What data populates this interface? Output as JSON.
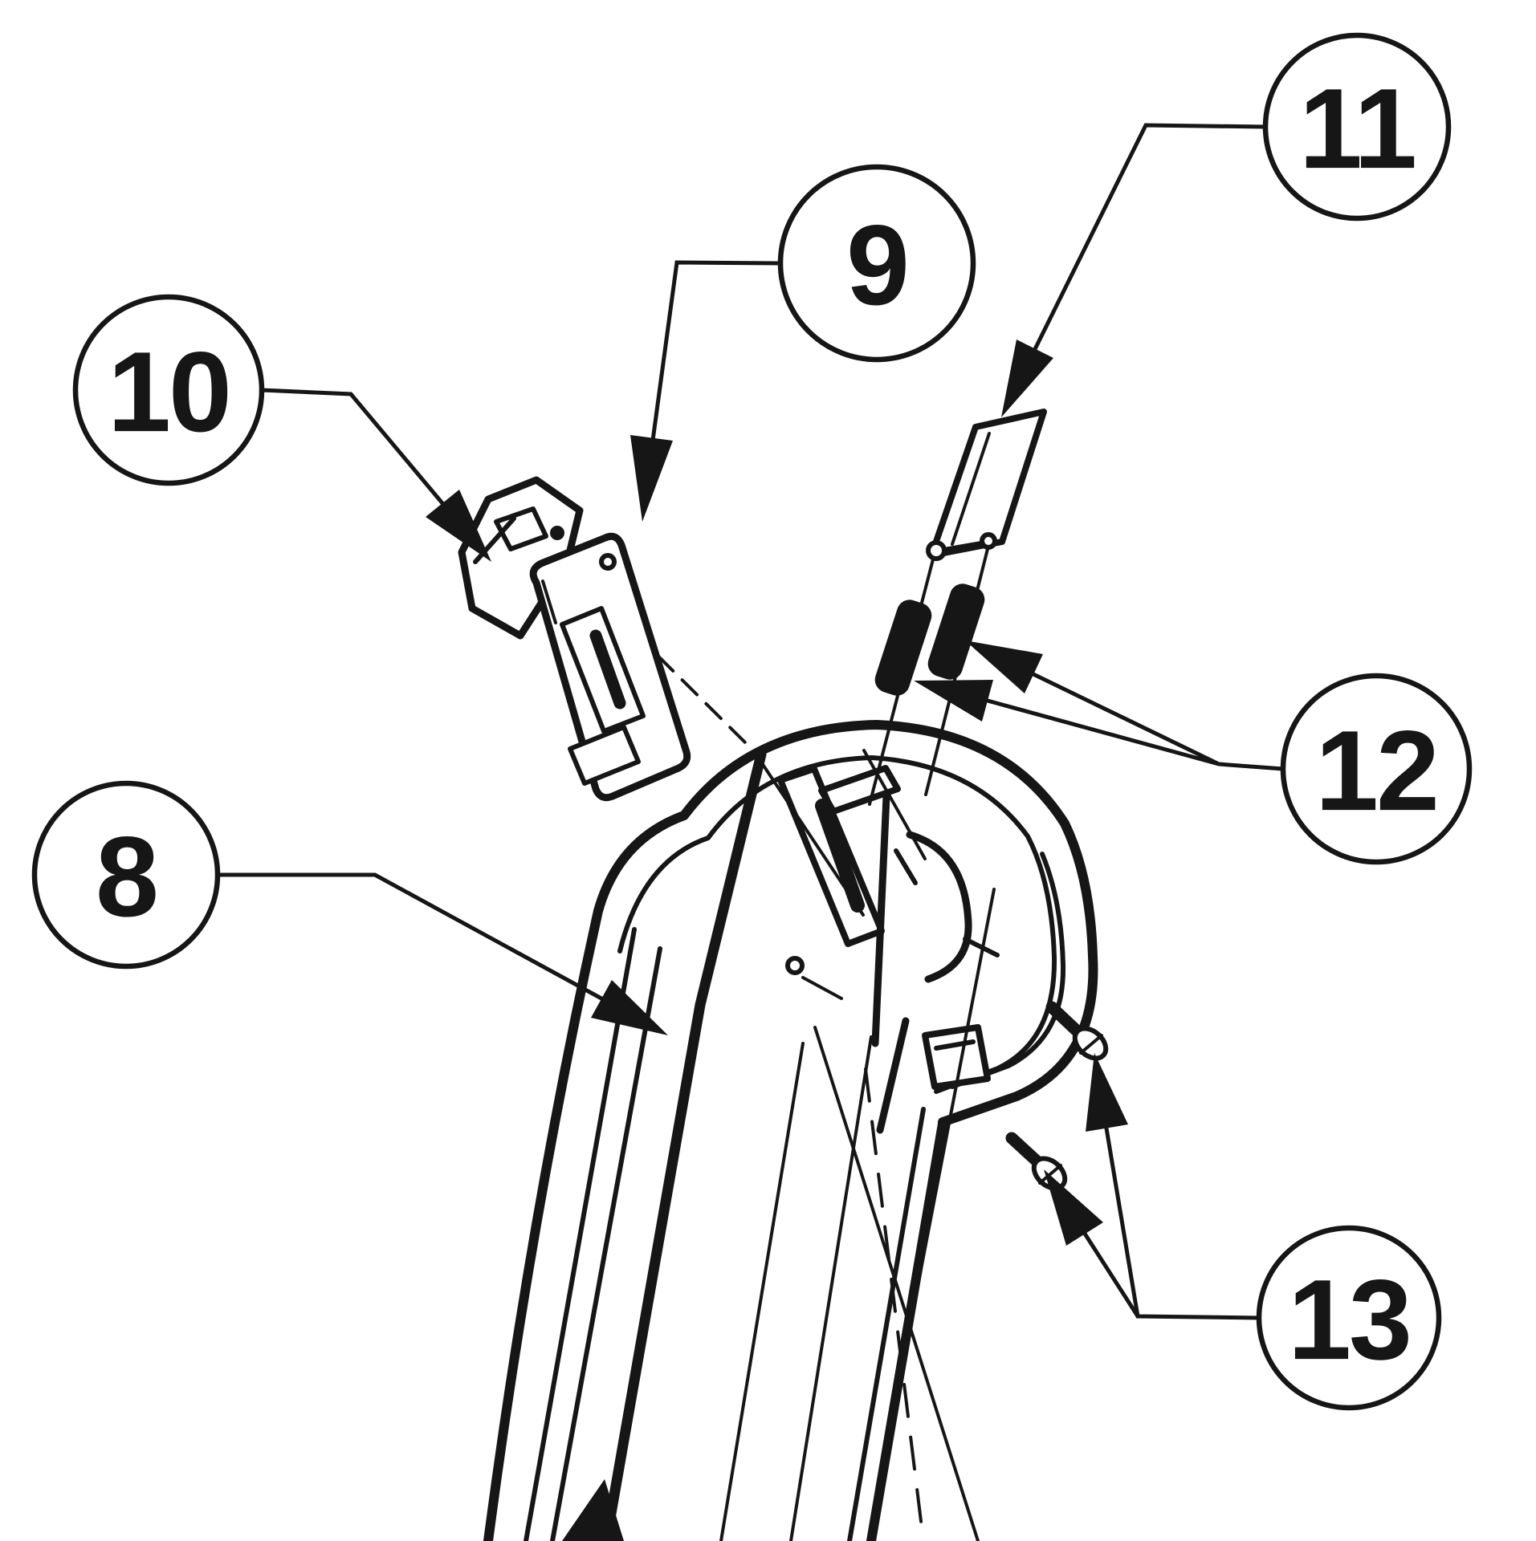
{
  "diagram": {
    "type": "exploded-parts-diagram",
    "background_color": "#ffffff",
    "line_color": "#161616",
    "balloon_fill": "#ffffff",
    "highlight_fill": "#F7F011",
    "callouts": [
      {
        "label": "8",
        "highlighted": false
      },
      {
        "label": "9",
        "highlighted": false
      },
      {
        "label": "10",
        "highlighted": false
      },
      {
        "label": "11",
        "highlighted": false
      },
      {
        "label": "12",
        "highlighted": true
      },
      {
        "label": "13",
        "highlighted": false
      }
    ]
  }
}
